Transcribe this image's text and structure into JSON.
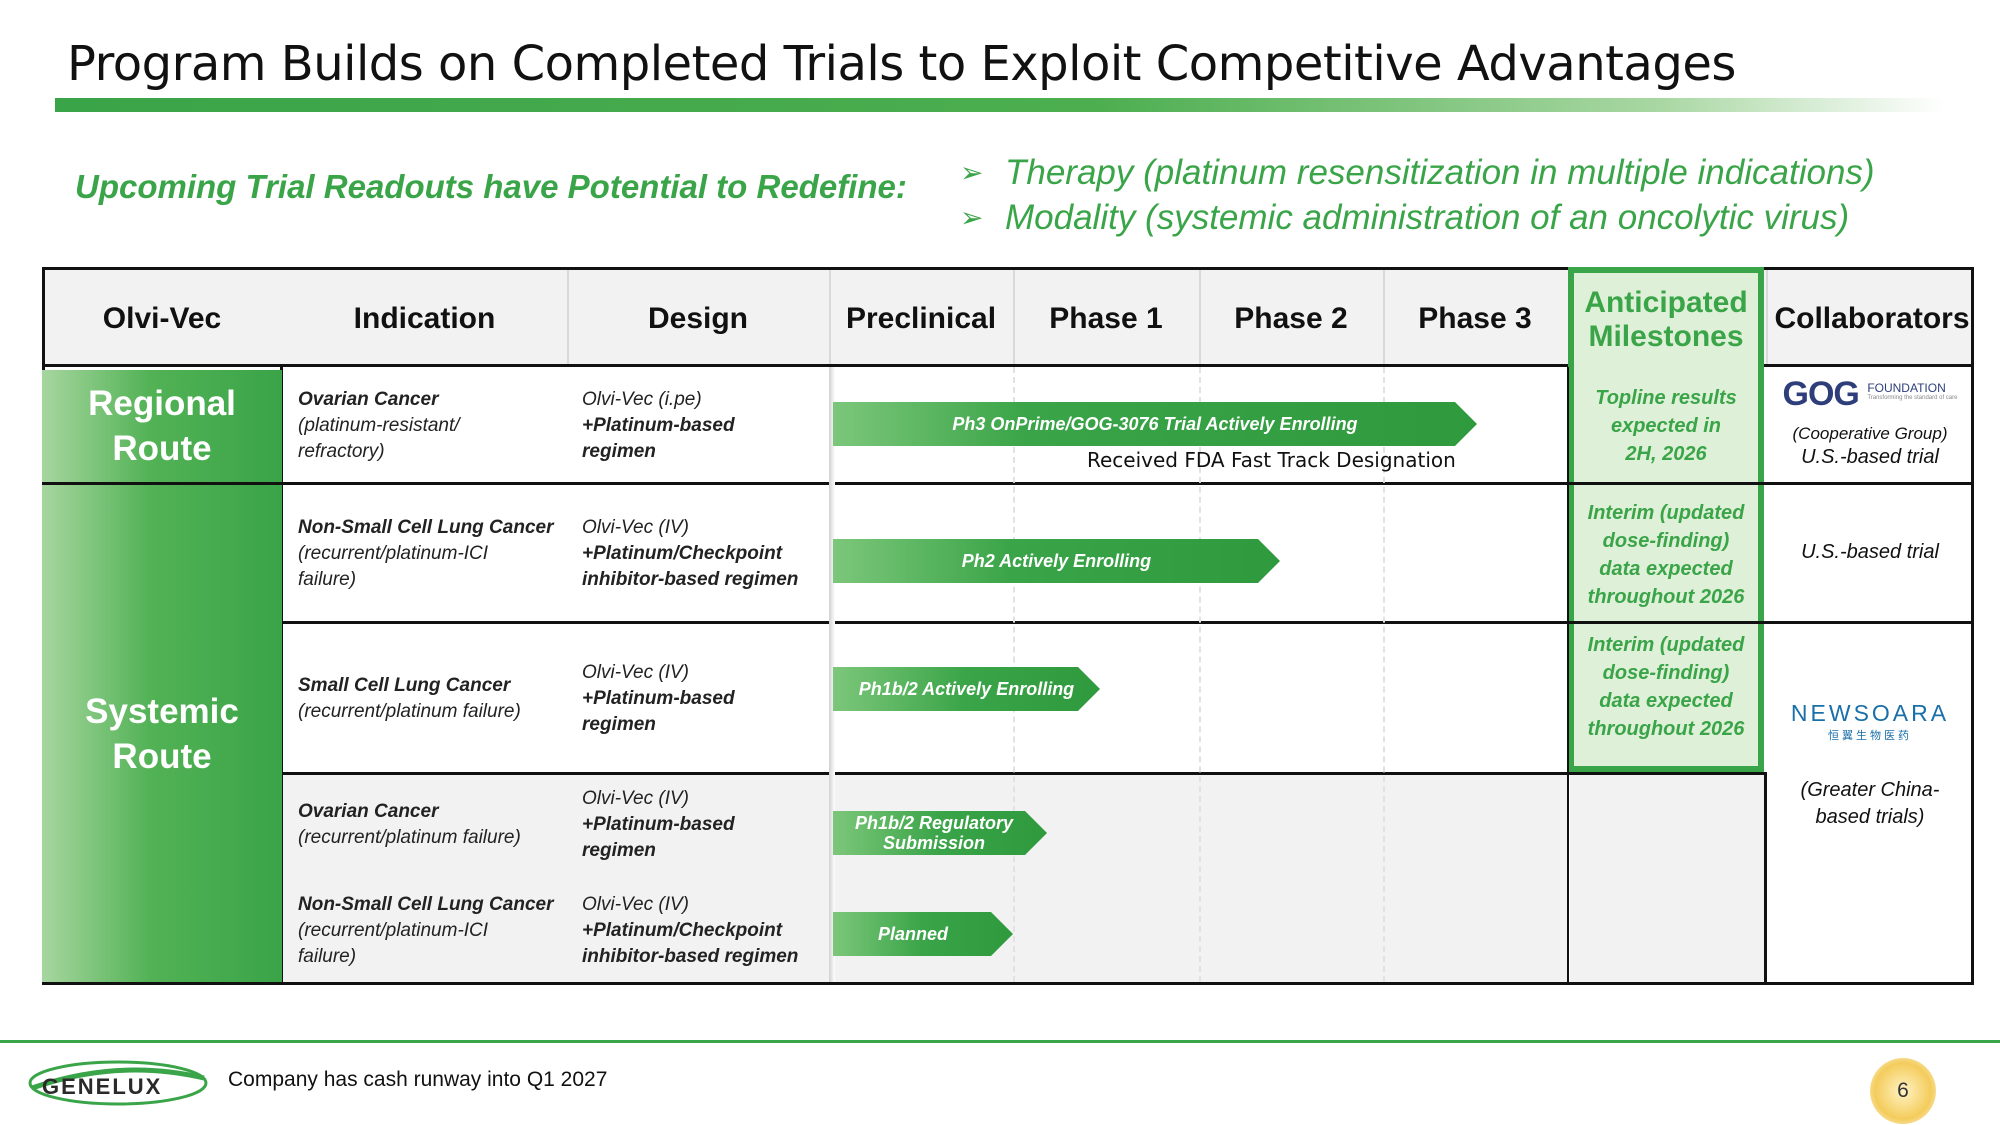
{
  "title": "Program Builds on Completed Trials to Exploit Competitive Advantages",
  "subhead": "Upcoming Trial Readouts have Potential to Redefine:",
  "bullets": [
    "Therapy (platinum resensitization in multiple indications)",
    "Modality (systemic administration of an oncolytic virus)"
  ],
  "table": {
    "headers": {
      "product": "Olvi-Vec",
      "indication": "Indication",
      "design": "Design",
      "preclinical": "Preclinical",
      "phase1": "Phase 1",
      "phase2": "Phase 2",
      "phase3": "Phase 3",
      "milestones_1": "Anticipated",
      "milestones_2": "Milestones",
      "collaborators": "Collaborators"
    },
    "routes": {
      "regional_1": "Regional",
      "regional_2": "Route",
      "systemic_1": "Systemic",
      "systemic_2": "Route"
    },
    "rows": [
      {
        "indication_bold": "Ovarian Cancer",
        "indication_rest": [
          "(platinum-resistant/",
          "refractory)"
        ],
        "design_lead": "Olvi-Vec (i.pe)",
        "design_bold": [
          "+Platinum-based",
          "regimen"
        ],
        "bar_label": "Ph3 OnPrime/GOG-3076 Trial Actively Enrolling",
        "note": "Received FDA Fast Track Designation",
        "progress_through": "Phase 3"
      },
      {
        "indication_bold": "Non-Small Cell Lung Cancer",
        "indication_rest": [
          "(recurrent/platinum-ICI",
          "failure)"
        ],
        "design_lead": "Olvi-Vec (IV)",
        "design_bold": [
          "+Platinum/Checkpoint",
          "inhibitor-based regimen"
        ],
        "bar_label": "Ph2 Actively Enrolling",
        "progress_through": "Phase 2"
      },
      {
        "indication_bold": "Small Cell Lung Cancer",
        "indication_rest": [
          "(recurrent/platinum failure)"
        ],
        "design_lead": "Olvi-Vec (IV)",
        "design_bold": [
          "+Platinum-based",
          "regimen"
        ],
        "bar_label": "Ph1b/2 Actively Enrolling",
        "progress_through": "Phase 1"
      },
      {
        "indication_bold": "Ovarian Cancer",
        "indication_rest": [
          "(recurrent/platinum failure)"
        ],
        "design_lead": "Olvi-Vec (IV)",
        "design_bold": [
          "+Platinum-based",
          "regimen"
        ],
        "bar_label_1": "Ph1b/2 Regulatory",
        "bar_label_2": "Submission",
        "progress_through": "Preclinical"
      },
      {
        "indication_bold": "Non-Small Cell Lung Cancer",
        "indication_rest": [
          "(recurrent/platinum-ICI",
          "failure)"
        ],
        "design_lead": "Olvi-Vec (IV)",
        "design_bold": [
          "+Platinum/Checkpoint",
          "inhibitor-based regimen"
        ],
        "bar_label": "Planned",
        "progress_through": "Preclinical"
      }
    ],
    "milestones": [
      [
        "Topline results",
        "expected in",
        "2H, 2026"
      ],
      [
        "Interim (updated",
        "dose-finding)",
        "data expected",
        "throughout 2026"
      ],
      [
        "Interim (updated",
        "dose-finding)",
        "data expected",
        "throughout 2026"
      ]
    ],
    "collaborators": {
      "gog_logo": "GOG",
      "gog_sub": "FOUNDATION",
      "gog_tagline": "Transforming the standard of care",
      "gog_type": "(Cooperative Group)",
      "gog_trial": "U.S.-based trial",
      "row2": "U.S.-based trial",
      "newsoara_logo": "NEWSOARA",
      "newsoara_cn": "恒翼生物医药",
      "newsoara_note_1": "(Greater China-",
      "newsoara_note_2": "based trials)"
    }
  },
  "footer": {
    "logo_text": "GENELUX",
    "text": "Company has cash runway into Q1 2027",
    "page": "6"
  },
  "colors": {
    "accent_green": "#3aa448",
    "header_gray": "#f2f2f2",
    "milestone_fill": "#dff0d8"
  }
}
